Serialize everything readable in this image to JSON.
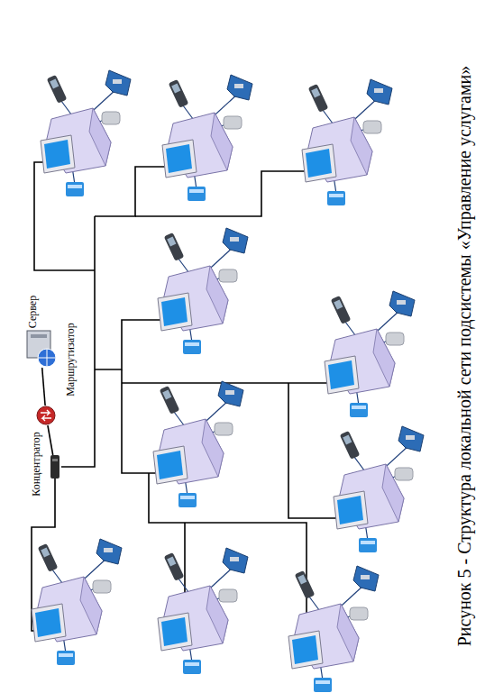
{
  "diagram": {
    "caption": "Рисунок 5 - Структура локальной сети подсистемы «Управление услугами»",
    "nodes": [
      {
        "text": [
          "Сервер"
        ]
      },
      {
        "text": [
          "Маршрутизатор"
        ]
      },
      {
        "text": [
          "Концентратор"
        ]
      }
    ],
    "edges": [
      {
        "from": 0,
        "to": 1,
        "arrow": "none"
      },
      {
        "from": 1,
        "to": 2,
        "arrow": "none"
      }
    ]
  }
}
